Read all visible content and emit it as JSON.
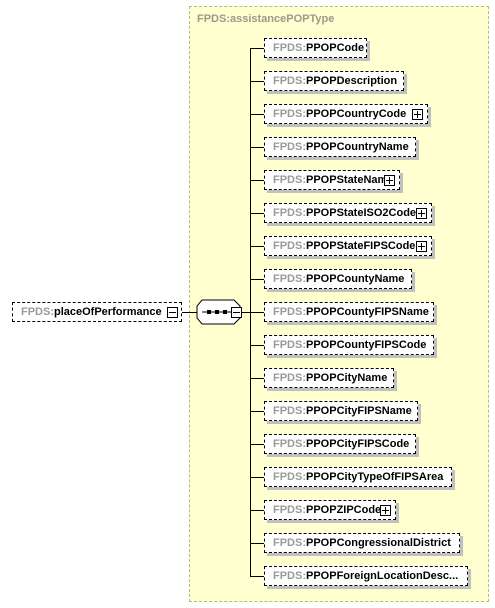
{
  "type": {
    "prefix": "FPDS:",
    "name": "assistancePOPType"
  },
  "root": {
    "prefix": "FPDS:",
    "name": "placeOfPerformance"
  },
  "compositor": {
    "kind": "sequence",
    "icon": "sequence-icon"
  },
  "elements": [
    {
      "prefix": "FPDS:",
      "name": "PPOPCode",
      "expandable": false
    },
    {
      "prefix": "FPDS:",
      "name": "PPOPDescription",
      "expandable": false
    },
    {
      "prefix": "FPDS:",
      "name": "PPOPCountryCode",
      "expandable": true
    },
    {
      "prefix": "FPDS:",
      "name": "PPOPCountryName",
      "expandable": false
    },
    {
      "prefix": "FPDS:",
      "name": "PPOPStateName",
      "expandable": true
    },
    {
      "prefix": "FPDS:",
      "name": "PPOPStateISO2Code",
      "expandable": true
    },
    {
      "prefix": "FPDS:",
      "name": "PPOPStateFIPSCode",
      "expandable": true
    },
    {
      "prefix": "FPDS:",
      "name": "PPOPCountyName",
      "expandable": false
    },
    {
      "prefix": "FPDS:",
      "name": "PPOPCountyFIPSName",
      "expandable": false
    },
    {
      "prefix": "FPDS:",
      "name": "PPOPCountyFIPSCode",
      "expandable": false
    },
    {
      "prefix": "FPDS:",
      "name": "PPOPCityName",
      "expandable": false
    },
    {
      "prefix": "FPDS:",
      "name": "PPOPCityFIPSName",
      "expandable": false
    },
    {
      "prefix": "FPDS:",
      "name": "PPOPCityFIPSCode",
      "expandable": false
    },
    {
      "prefix": "FPDS:",
      "name": "PPOPCityTypeOfFIPSArea",
      "expandable": false
    },
    {
      "prefix": "FPDS:",
      "name": "PPOPZIPCode",
      "expandable": true
    },
    {
      "prefix": "FPDS:",
      "name": "PPOPCongressionalDistrict",
      "expandable": false
    },
    {
      "prefix": "FPDS:",
      "name": "PPOPForeignLocationDesc...",
      "expandable": false
    }
  ],
  "colors": {
    "type_background": "#ffffcf",
    "type_border": "#b9b987",
    "prefix_text": "#9a9a9a"
  }
}
